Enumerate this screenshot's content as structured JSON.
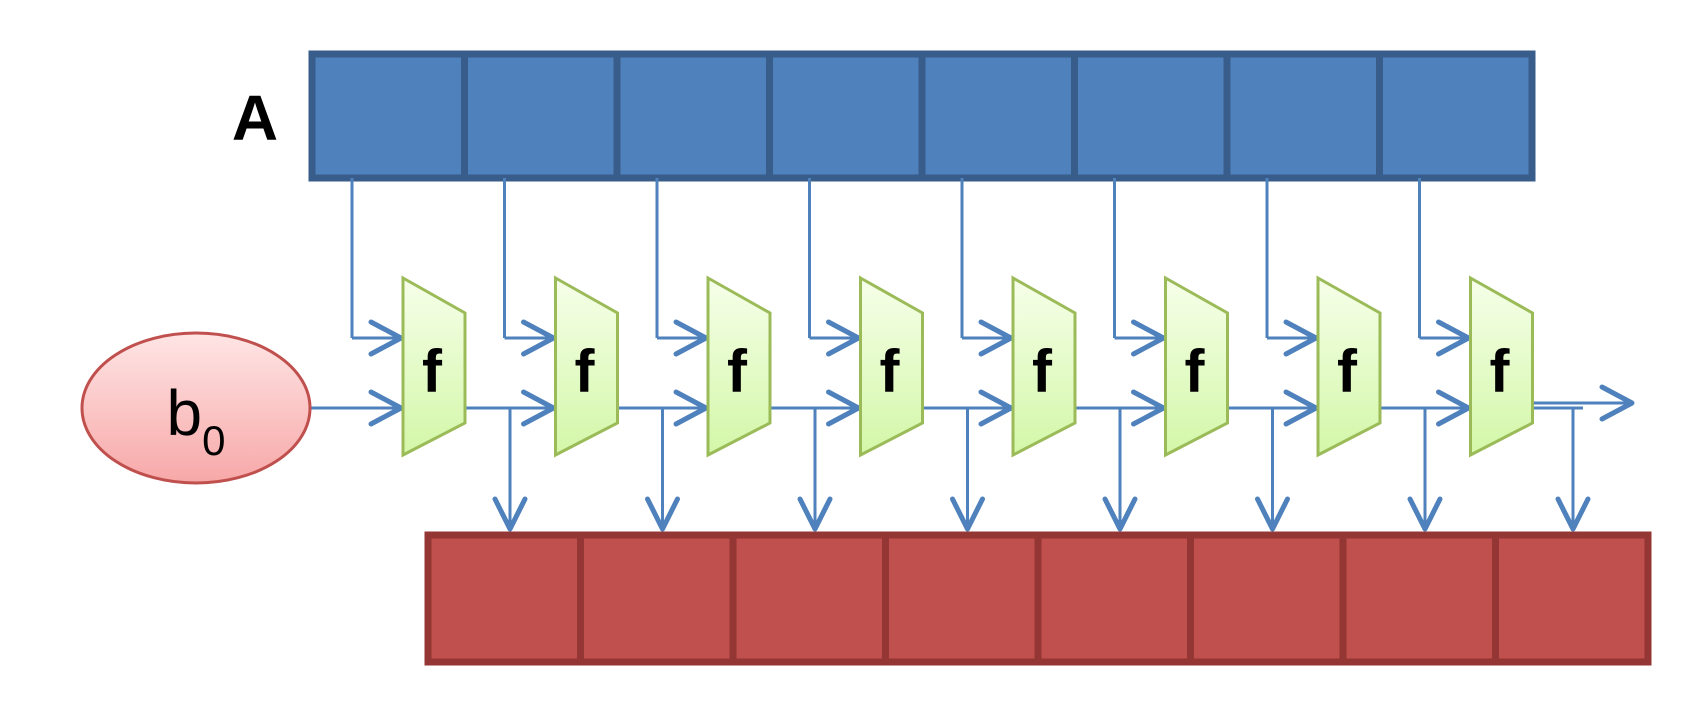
{
  "labels": {
    "array_a": "A",
    "b_base": "b",
    "b_sub": "0",
    "func": "f"
  },
  "structure": {
    "a_cells": 8,
    "f_units": 8,
    "out_cells": 8
  },
  "colors": {
    "a_fill": "#4F81BD",
    "a_stroke": "#385D8A",
    "out_fill": "#C0504D",
    "out_stroke": "#943634",
    "arrow": "#4F81BD",
    "f_stroke": "#9BBB59",
    "f_fill_top": "#F6FFE9",
    "f_fill_bottom": "#D3F7A8",
    "b_fill_top": "#FFE5E5",
    "b_fill_bottom": "#F7A8A8",
    "b_stroke": "#C0504D",
    "text": "#000000"
  }
}
